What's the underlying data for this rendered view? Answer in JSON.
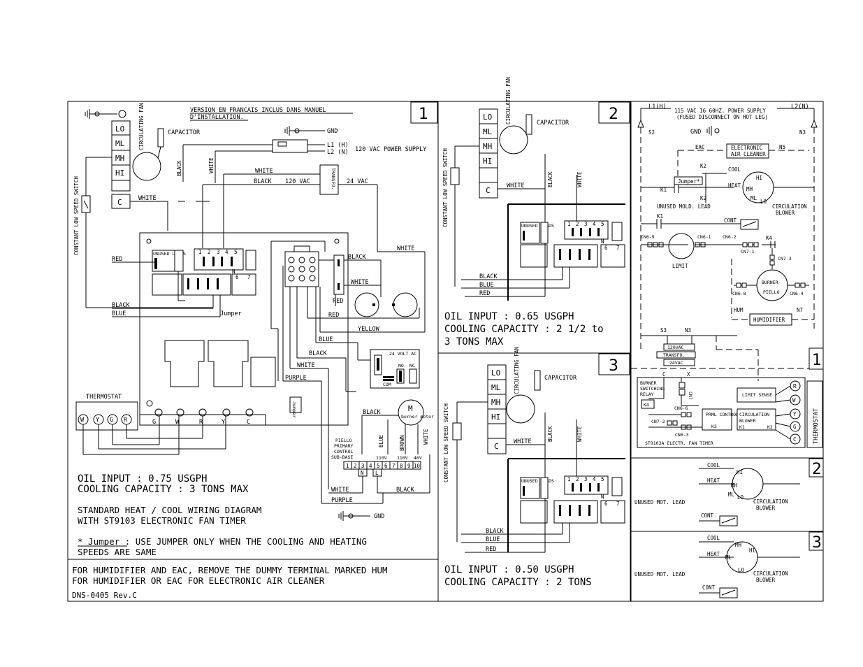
{
  "panel1": {
    "number": "1",
    "version_note_1": "VERSION EN FRANCAIS INCLUS DANS MANUEL",
    "version_note_2": "D'INSTALLATION.",
    "speed_taps": [
      "LO",
      "ML",
      "MH",
      "HI",
      "C"
    ],
    "circulating_fan": "CIRCULATING FAN",
    "capacitor": "CAPACITOR",
    "gnd": "GND",
    "l1": "L1 (H)",
    "l2": "L2 (N)",
    "power_supply": "120 VAC POWER SUPPLY",
    "transformer": "TRANSFO.",
    "white": "WHITE",
    "black": "BLACK",
    "vac120": "120 VAC",
    "vac24": "24 VAC",
    "red": "RED",
    "blue": "BLUE",
    "yellow": "YELLOW",
    "purple": "PURPLE",
    "brown": "BROWN",
    "constant_low_speed_switch": "CONSTANT LOW SPEED SWITCH",
    "unused_leads": "UNUSED LEADS",
    "terminals": [
      "1",
      "2",
      "3",
      "4",
      "5",
      "6",
      "7"
    ],
    "jumper": "Jumper",
    "thermostat": "THERMOSTAT",
    "thermostat_terms": [
      "W",
      "Y",
      "G",
      "R"
    ],
    "timer_terms": [
      "G",
      "W",
      "R",
      "Y",
      "C"
    ],
    "relay_24volt": "24 VOLT AC",
    "no": "NO",
    "nc": "NC",
    "com": "COM",
    "burner_motor": "burner motor",
    "m": "M",
    "piello_primary": "PIELLO PRIMARY CONTROL SUB-BASE",
    "subbase_terms": [
      "1",
      "2",
      "3",
      "4",
      "5",
      "6",
      "7",
      "8",
      "9",
      "10"
    ],
    "v110": "110V",
    "v46": "46V",
    "n": "N",
    "l": "L",
    "oil_input": "OIL INPUT : 0.75 USGPH",
    "cooling_capacity": "COOLING CAPACITY :   3 TONS MAX",
    "standard_title_1": "STANDARD HEAT / COOL WIRING DIAGRAM",
    "standard_title_2": "WITH ST9103 ELECTRONIC FAN TIMER",
    "jumper_note_1": "* Jumper : USE JUMPER ONLY WHEN THE COOLING AND HEATING",
    "jumper_note_2": "SPEEDS ARE SAME",
    "humidifier_note_1": "FOR HUMIDIFIER AND EAC, REMOVE THE DUMMY TERMINAL MARKED HUM",
    "humidifier_note_2": "FOR HUMIDIFIER OR EAC FOR ELECTRONIC AIR CLEANER",
    "doc_number": "DNS-0405 Rev.C"
  },
  "panel2": {
    "number": "2",
    "oil_input": "OIL INPUT : 0.65 USGPH",
    "cooling_capacity_1": "COOLING CAPACITY : 2 1/2 to",
    "cooling_capacity_2": "3 TONS MAX"
  },
  "panel3": {
    "number": "3",
    "oil_input": "OIL INPUT : 0.50 USGPH",
    "cooling_capacity": "COOLING CAPACITY : 2 TONS"
  },
  "ladder": {
    "l1h": "L1(H)",
    "l2n": "L2(N)",
    "supply_1": "115 VAC 16 60HZ. POWER SUPPLY",
    "supply_2": "(FUSED DISCONNECT ON HOT LEG)",
    "s2": "S2",
    "n3": "N3",
    "gnd": "GND",
    "eac": "EAC",
    "electronic_air_cleaner_1": "ELECTRONIC",
    "electronic_air_cleaner_2": "AIR CLEANER",
    "n5": "N5",
    "k1": "K1",
    "k2": "K2",
    "cool": "COOL",
    "heat": "HEAT",
    "jumper": "Jumper*",
    "hi": "HI",
    "mh": "MH",
    "ml": "ML",
    "lo": "LO",
    "unused_mold_lead": "UNUSED MOLD. LEAD",
    "circulation_blower": "CIRCULATION BLOWER",
    "cont": "CONT",
    "cn6_9": "CN6-9",
    "cn6_1": "CN6-1",
    "cn6_2": "CN6-2",
    "cn7_1": "CN7-1",
    "cn7_3": "CN7-3",
    "cn6_8": "CN6-8",
    "cn6_4": "CN6-4",
    "k4": "K4",
    "limit": "LIMIT",
    "burner_piello_1": "BURNER",
    "burner_piello_2": "PIELLO",
    "hum": "HUM",
    "n7": "N7",
    "humidifier": "HUMIDIFIER",
    "s3": "S3",
    "n3b": "N3",
    "trans_120": "120VAC",
    "trans_name": "TRANSFO.",
    "trans_24": "24VAC",
    "c": "C",
    "x": "X",
    "burner_switching_relay": "BURNER SWITCHING RELAY",
    "cn7": "CN7",
    "cn6_6": "CN6-6",
    "cn7_2": "CN7-2",
    "cn6_3": "CN6-3",
    "limit_sense": "LIMIT SENSE",
    "prml_control": "PRML CONTROL",
    "k3": "K3",
    "circulation_blower_box": "CIRCULATION BLOWER",
    "thermostat": "THERMOSTAT",
    "t_terms": [
      "R",
      "W",
      "Y",
      "G",
      "C"
    ],
    "timer_name": "ST9103A ELECTR. FAN TIMER",
    "unused_mot_lead": "UNUSED MOT. LEAD",
    "panel_labels": [
      "1",
      "2",
      "3"
    ]
  }
}
